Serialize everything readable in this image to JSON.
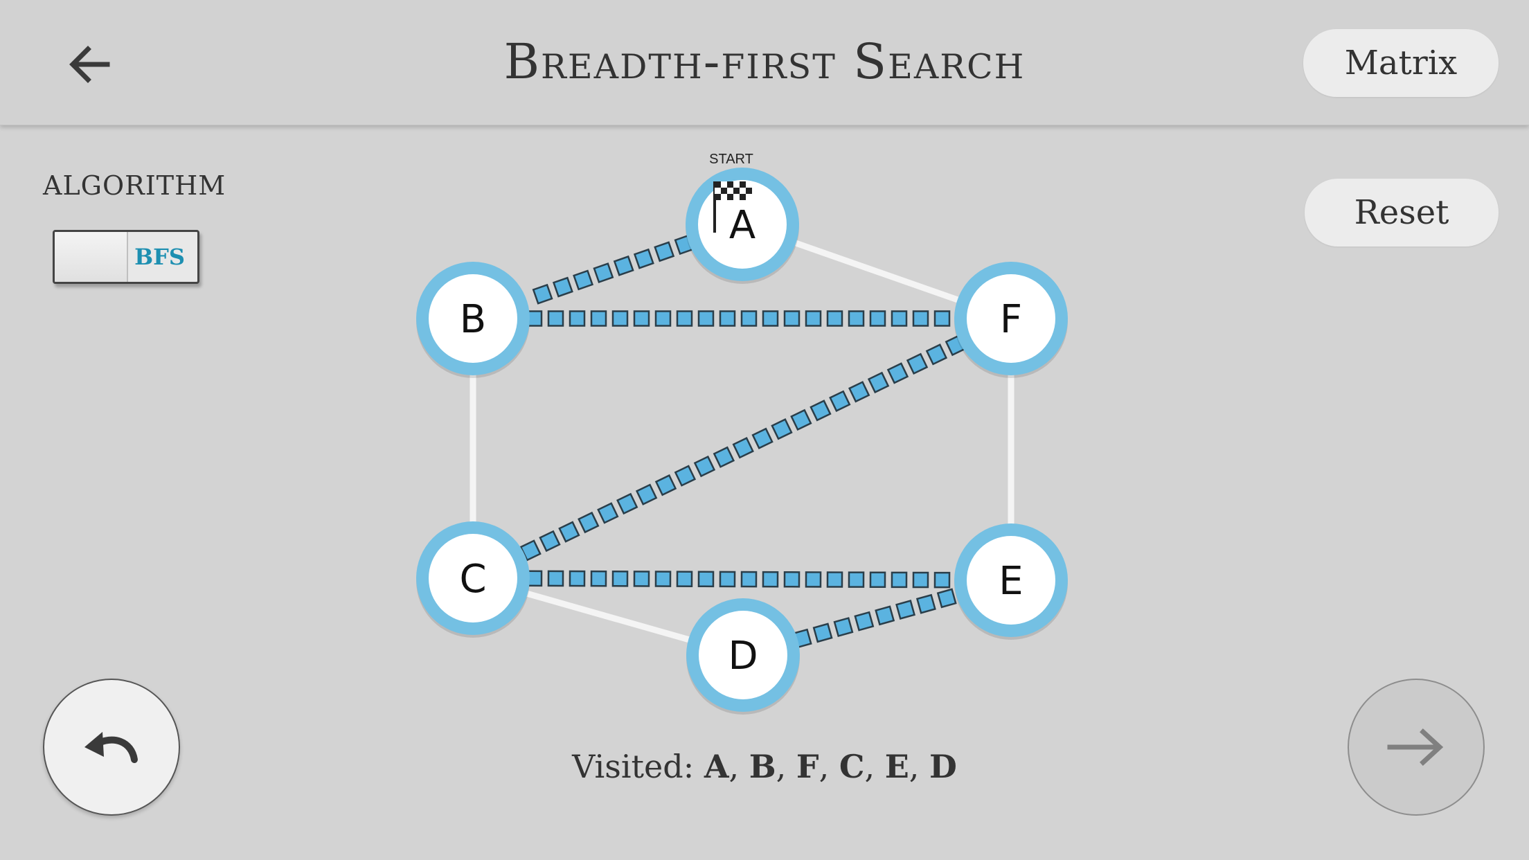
{
  "header": {
    "title": "Breadth-first Search",
    "back_icon": "arrow-left-icon",
    "matrix_label": "Matrix"
  },
  "controls": {
    "reset_label": "Reset",
    "algorithm_label": "ALGORITHM",
    "algorithm_toggle_value": "BFS",
    "undo_icon": "undo-icon",
    "next_icon": "arrow-right-icon"
  },
  "graph": {
    "start_label": "START",
    "start_icon": "checkered-flag-icon",
    "nodes": [
      {
        "id": "A",
        "label": "A"
      },
      {
        "id": "B",
        "label": "B"
      },
      {
        "id": "F",
        "label": "F"
      },
      {
        "id": "C",
        "label": "C"
      },
      {
        "id": "E",
        "label": "E"
      },
      {
        "id": "D",
        "label": "D"
      }
    ],
    "edges": [
      {
        "from": "A",
        "to": "B",
        "traversed": true
      },
      {
        "from": "A",
        "to": "F",
        "traversed": false
      },
      {
        "from": "B",
        "to": "F",
        "traversed": true
      },
      {
        "from": "B",
        "to": "C",
        "traversed": false
      },
      {
        "from": "F",
        "to": "C",
        "traversed": true
      },
      {
        "from": "F",
        "to": "E",
        "traversed": false
      },
      {
        "from": "C",
        "to": "E",
        "traversed": true
      },
      {
        "from": "C",
        "to": "D",
        "traversed": false
      },
      {
        "from": "D",
        "to": "E",
        "traversed": true
      }
    ],
    "colors": {
      "node_ring": "#74c0e3",
      "node_fill": "#ffffff",
      "plain_edge": "#f4f4f4",
      "traversed_square": "#5bb3e0",
      "traversed_border": "#2a3e4a"
    }
  },
  "visited": {
    "prefix": "Visited: ",
    "order": [
      "A",
      "B",
      "F",
      "C",
      "E",
      "D"
    ]
  }
}
